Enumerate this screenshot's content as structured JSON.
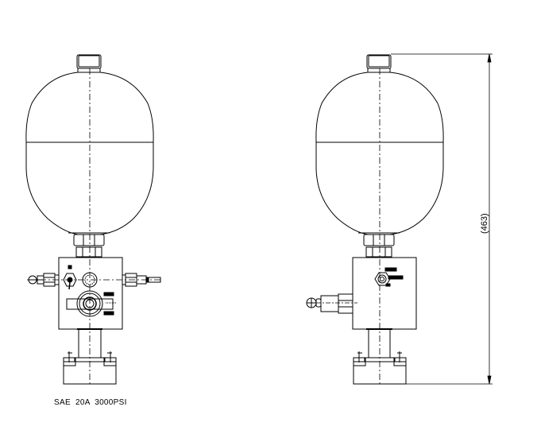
{
  "drawing": {
    "caption": "SAE 20A 3000PSI",
    "dimension_height": "(463)",
    "views": [
      {
        "name": "front-view",
        "components": [
          "gas-valve-cap",
          "bladder-shell",
          "hex-nut",
          "valve-block",
          "ball-valve-handle",
          "pressure-gauge-port",
          "relief-valve",
          "side-fittings",
          "flange-adapter"
        ]
      },
      {
        "name": "side-view",
        "components": [
          "gas-valve-cap",
          "bladder-shell",
          "hex-nut",
          "valve-block",
          "gauge-port",
          "side-fitting",
          "flange-adapter"
        ]
      }
    ],
    "line_color": "#000000",
    "background": "#ffffff"
  }
}
